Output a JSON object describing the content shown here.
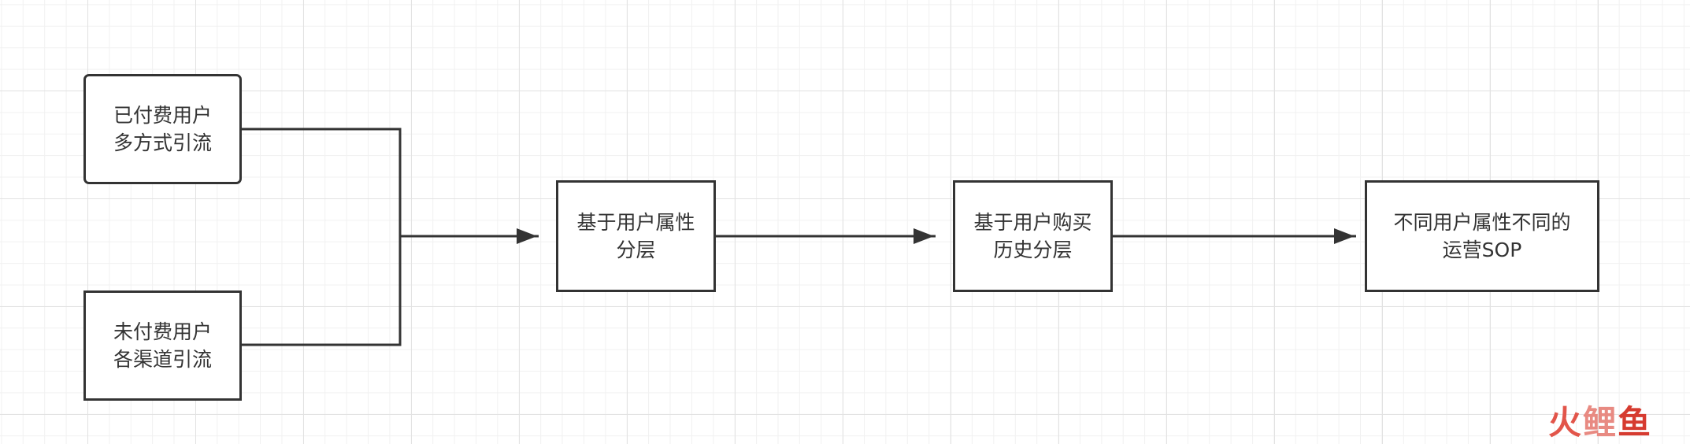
{
  "diagram": {
    "nodes": [
      {
        "id": "paid-users",
        "lines": [
          "已付费用户",
          "多方式引流"
        ]
      },
      {
        "id": "unpaid-users",
        "lines": [
          "未付费用户",
          "各渠道引流"
        ]
      },
      {
        "id": "attribute-layering",
        "lines": [
          "基于用户属性",
          "分层"
        ]
      },
      {
        "id": "purchase-history-layering",
        "lines": [
          "基于用户购买",
          "历史分层"
        ]
      },
      {
        "id": "differentiated-sop",
        "lines": [
          "不同用户属性不同的",
          "运营SOP"
        ]
      }
    ],
    "edges": [
      {
        "from": "paid-users",
        "to": "attribute-layering"
      },
      {
        "from": "unpaid-users",
        "to": "attribute-layering"
      },
      {
        "from": "attribute-layering",
        "to": "purchase-history-layering"
      },
      {
        "from": "purchase-history-layering",
        "to": "differentiated-sop"
      }
    ]
  },
  "watermark": {
    "chars": [
      "火",
      "鲤",
      "鱼"
    ]
  },
  "colors": {
    "stroke": "#333333",
    "text": "#333333",
    "grid": "#e2e2e2",
    "watermark": "#e2554a"
  }
}
